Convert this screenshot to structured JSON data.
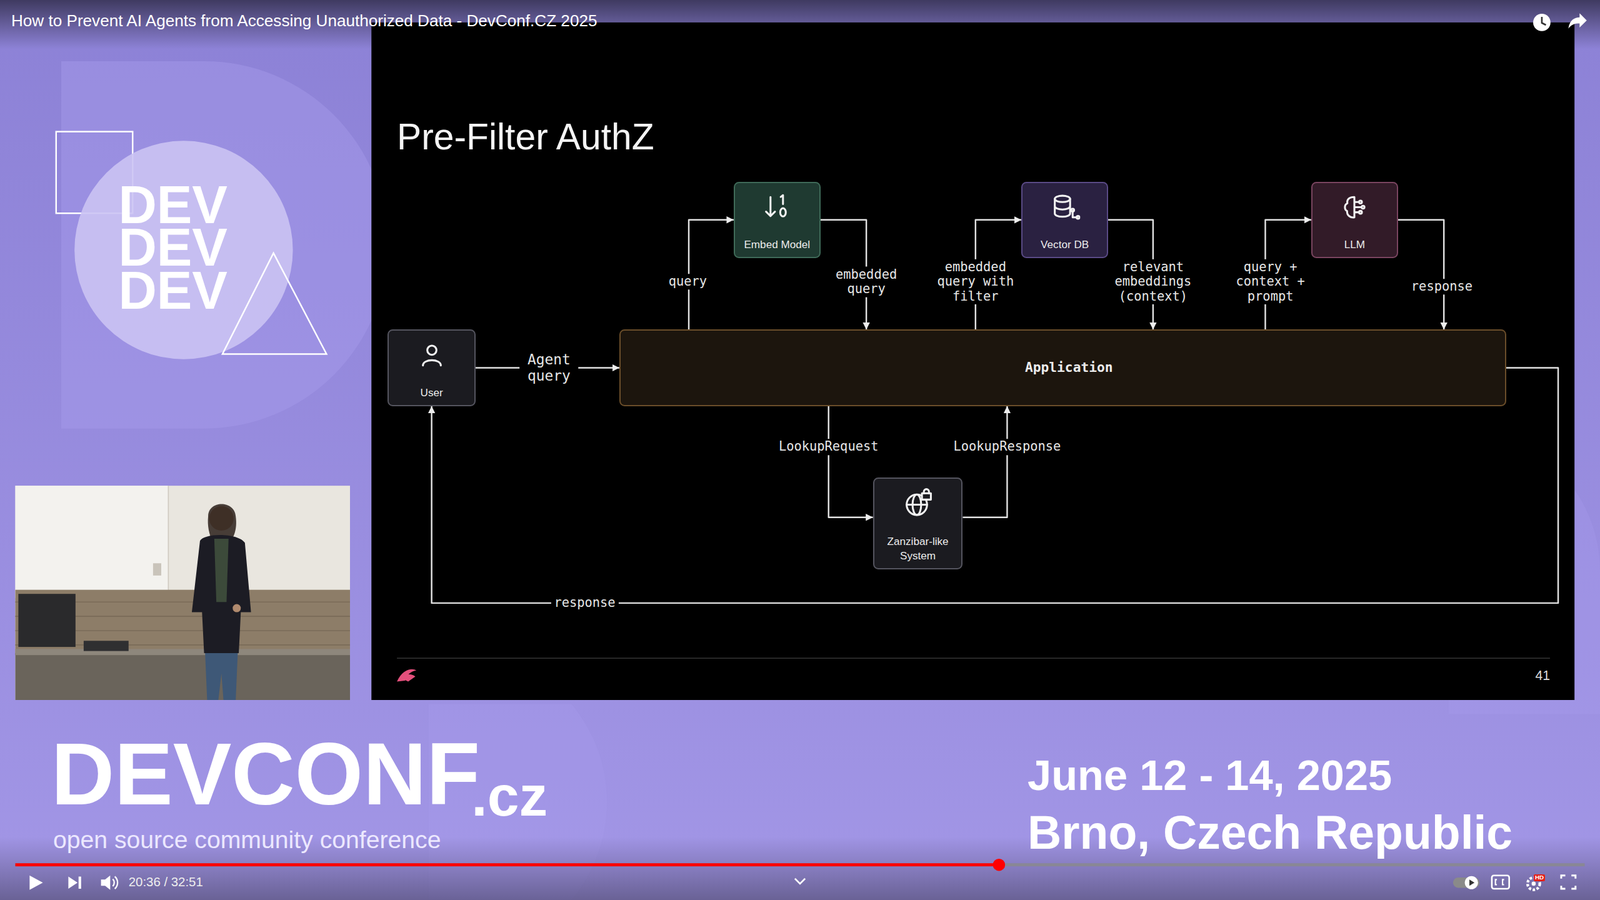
{
  "diagram": {
    "title": "Pre-Filter AuthZ",
    "nodes": [
      {
        "text": [
          "Embed Model"
        ]
      },
      {
        "text": [
          "Vector DB"
        ]
      },
      {
        "text": [
          "LLM"
        ]
      },
      {
        "text": [
          "User"
        ]
      },
      {
        "text": [
          "Application"
        ]
      },
      {
        "text": [
          "Zanzibar-like System"
        ]
      }
    ],
    "edges": [
      {
        "from": 3,
        "to": 4,
        "label": "Agent query",
        "arrow": "to"
      },
      {
        "from": 4,
        "to": 0,
        "label": "query",
        "arrow": "to"
      },
      {
        "from": 0,
        "to": 4,
        "label": "embedded query",
        "arrow": "to"
      },
      {
        "from": 4,
        "to": 1,
        "label": "embedded query with filter",
        "arrow": "to"
      },
      {
        "from": 1,
        "to": 4,
        "label": "relevant embeddings (context)",
        "arrow": "to"
      },
      {
        "from": 4,
        "to": 2,
        "label": "query + context + prompt",
        "arrow": "to"
      },
      {
        "from": 2,
        "to": 4,
        "label": "response",
        "arrow": "to"
      },
      {
        "from": 4,
        "to": 5,
        "label": "LookupRequest",
        "arrow": "to"
      },
      {
        "from": 5,
        "to": 4,
        "label": "LookupResponse",
        "arrow": "to"
      },
      {
        "from": 4,
        "to": 3,
        "label": "response",
        "arrow": "to"
      }
    ],
    "labels": [
      "How to Prevent AI Agents from Accessing Unauthorized Data - DevConf.CZ 2025",
      "41",
      "DEV",
      "DEV",
      "DEV",
      "DEVCONF",
      ".cz",
      "open source community conference",
      "June 12 - 14, 2025",
      "Brno, Czech Republic",
      "20:36 / 32:51",
      "HD"
    ]
  }
}
